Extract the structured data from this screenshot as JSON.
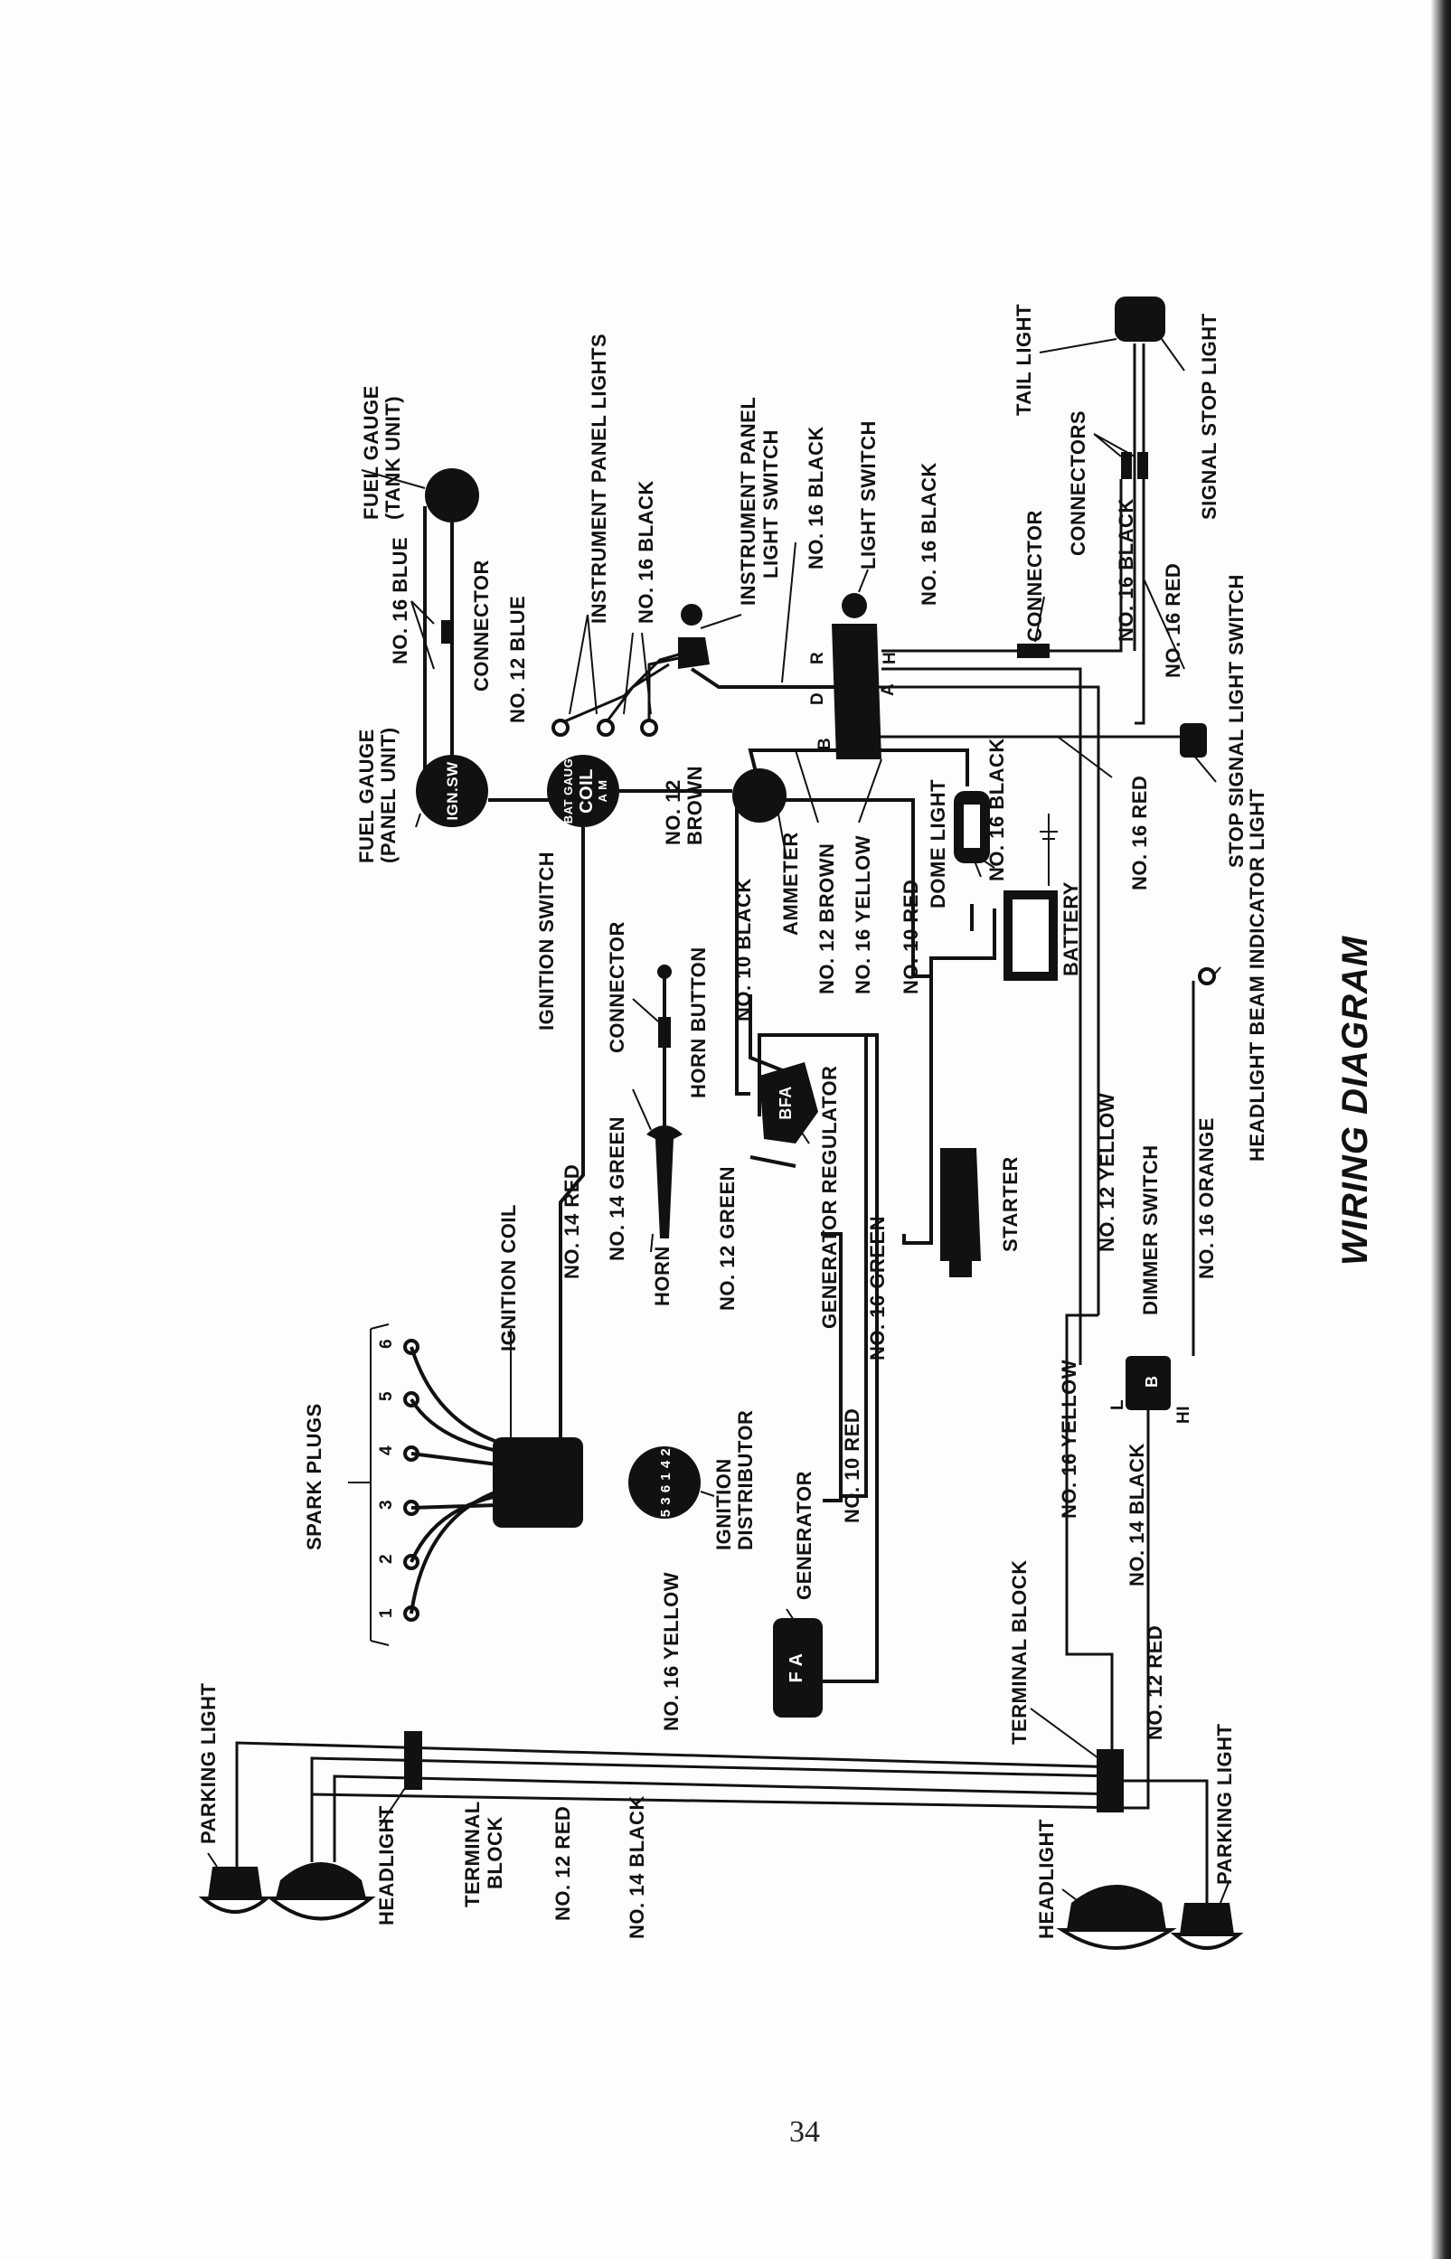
{
  "title": "WIRING DIAGRAM",
  "page_number": "34",
  "labels": {
    "fuel_gauge_tank": "FUEL GAUGE",
    "fuel_gauge_tank_2": "(TANK UNIT)",
    "no16_blue": "NO. 16 BLUE",
    "connector_a": "CONNECTOR",
    "no12_blue": "NO. 12 BLUE",
    "fuel_gauge_panel": "FUEL GAUGE",
    "fuel_gauge_panel_2": "(PANEL UNIT)",
    "instrument_panel_lights": "INSTRUMENT PANEL LIGHTS",
    "no16_black_a": "NO. 16 BLACK",
    "instrument_panel_light_switch": "INSTRUMENT PANEL",
    "instrument_panel_light_switch_2": "LIGHT SWITCH",
    "no16_black_b": "NO. 16 BLACK",
    "light_switch": "LIGHT SWITCH",
    "no16_black_c": "NO. 16 BLACK",
    "tail_light": "TAIL LIGHT",
    "signal_stop_light": "SIGNAL STOP LIGHT",
    "connectors": "CONNECTORS",
    "connector_b": "CONNECTOR",
    "no16_black_d": "NO. 16 BLACK",
    "no16_red_a": "NO. 16 RED",
    "stop_signal_light_switch": "STOP SIGNAL LIGHT SWITCH",
    "ignition_switch": "IGNITION SWITCH",
    "no12_brown_a": "NO. 12",
    "no12_brown_a2": "BROWN",
    "ammeter": "AMMETER",
    "no10_black": "NO. 10 BLACK",
    "no12_brown_b": "NO. 12 BROWN",
    "no16_yellow_a": "NO. 16 YELLOW",
    "no10_red_a": "NO. 10 RED",
    "dome_light": "DOME LIGHT",
    "no16_black_e": "NO. 16 BLACK",
    "battery": "BATTERY",
    "no16_red_b": "NO. 16 RED",
    "headlight_beam_indicator_light": "HEADLIGHT BEAM INDICATOR LIGHT",
    "connector_c": "CONNECTOR",
    "horn_button": "HORN BUTTON",
    "no14_green": "NO. 14 GREEN",
    "horn": "HORN",
    "no12_green": "NO. 12 GREEN",
    "generator_regulator": "GENERATOR REGULATOR",
    "starter": "STARTER",
    "no12_yellow": "NO. 12 YELLOW",
    "no16_orange": "NO. 16 ORANGE",
    "dimmer_switch": "DIMMER SWITCH",
    "no14_red": "NO. 14 RED",
    "ignition_coil": "IGNITION COIL",
    "no16_green": "NO. 16 GREEN",
    "spark_plugs": "SPARK PLUGS",
    "ignition_distributor": "IGNITION",
    "ignition_distributor_2": "DISTRIBUTOR",
    "no10_red_b": "NO. 10 RED",
    "generator": "GENERATOR",
    "no16_yellow_b": "NO. 16 YELLOW",
    "no14_black_a": "NO. 14 BLACK",
    "no12_red_a": "NO. 12 RED",
    "terminal_block_a": "TERMINAL BLOCK",
    "no16_yellow_c": "NO. 16 YELLOW",
    "parking_light_a": "PARKING LIGHT",
    "headlight_a": "HEADLIGHT",
    "terminal_block_b": "TERMINAL",
    "terminal_block_b2": "BLOCK",
    "no12_red_b": "NO. 12 RED",
    "no14_black_b": "NO. 14 BLACK",
    "headlight_b": "HEADLIGHT",
    "parking_light_b": "PARKING LIGHT"
  },
  "component_marks": {
    "ign_sw": "IGN.SW",
    "coil": "COIL",
    "bat_gaug": "BAT GAUG",
    "coil_am": "A M",
    "bfa": "BFA",
    "fa": "F A",
    "plug_nums": [
      "1",
      "2",
      "3",
      "4",
      "5",
      "6"
    ],
    "dist_order": "5 3 6 1 4 2",
    "ls_terms": [
      "R",
      "D",
      "B",
      "H",
      "A"
    ],
    "dimmer_terms": [
      "L",
      "B",
      "HI"
    ]
  }
}
